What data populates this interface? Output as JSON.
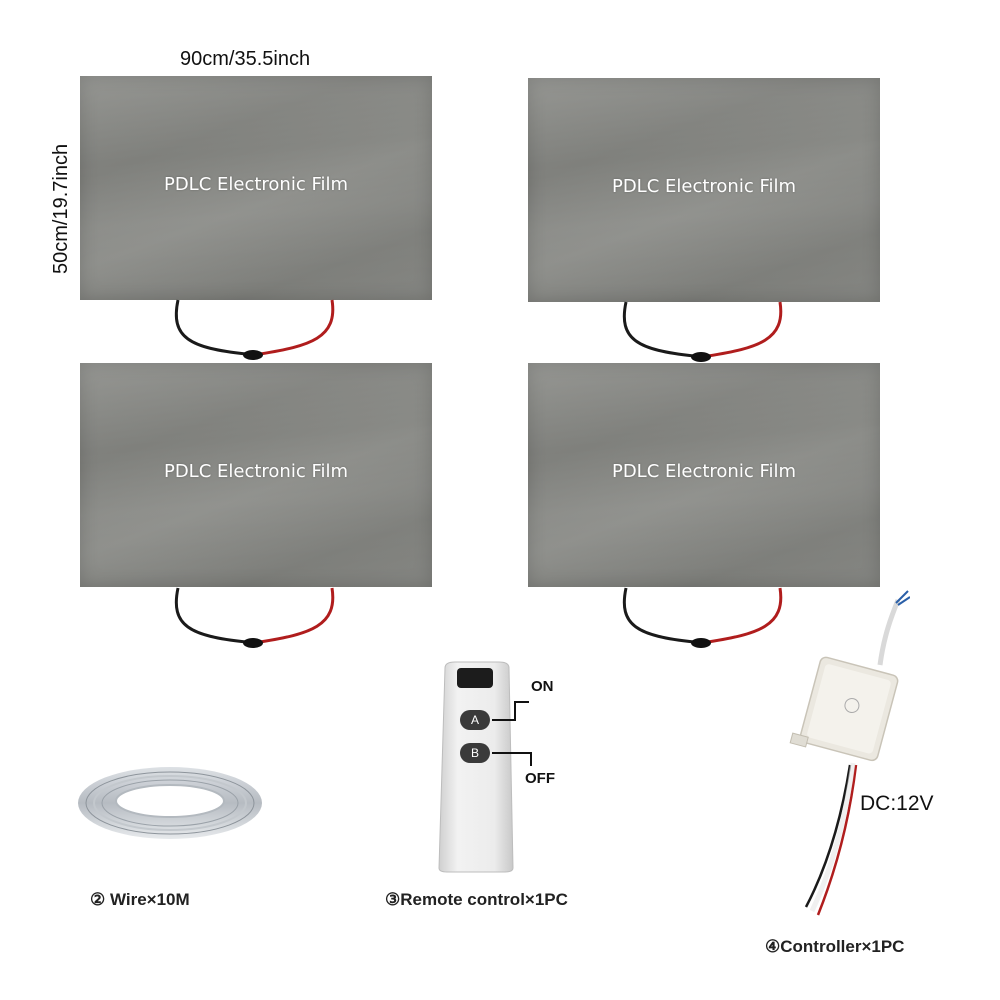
{
  "dimensions": {
    "width_label": "90cm/35.5inch",
    "height_label": "50cm/19.7inch"
  },
  "films": [
    {
      "label": "PDLC Electronic Film"
    },
    {
      "label": "PDLC Electronic Film"
    },
    {
      "label": "PDLC Electronic Film"
    },
    {
      "label": "PDLC Electronic Film"
    }
  ],
  "remote": {
    "button_a": "A",
    "button_b": "B",
    "on_label": "ON",
    "off_label": "OFF"
  },
  "controller": {
    "voltage_label": "DC:12V"
  },
  "captions": {
    "wire": "② Wire×10M",
    "remote": "③Remote control×1PC",
    "controller": "④Controller×1PC"
  },
  "colors": {
    "film": "#858682",
    "wire_red": "#b01d1d",
    "wire_black": "#1a1a1a",
    "remote_body": "#e6e6e6",
    "remote_button": "#3a3a3a"
  }
}
